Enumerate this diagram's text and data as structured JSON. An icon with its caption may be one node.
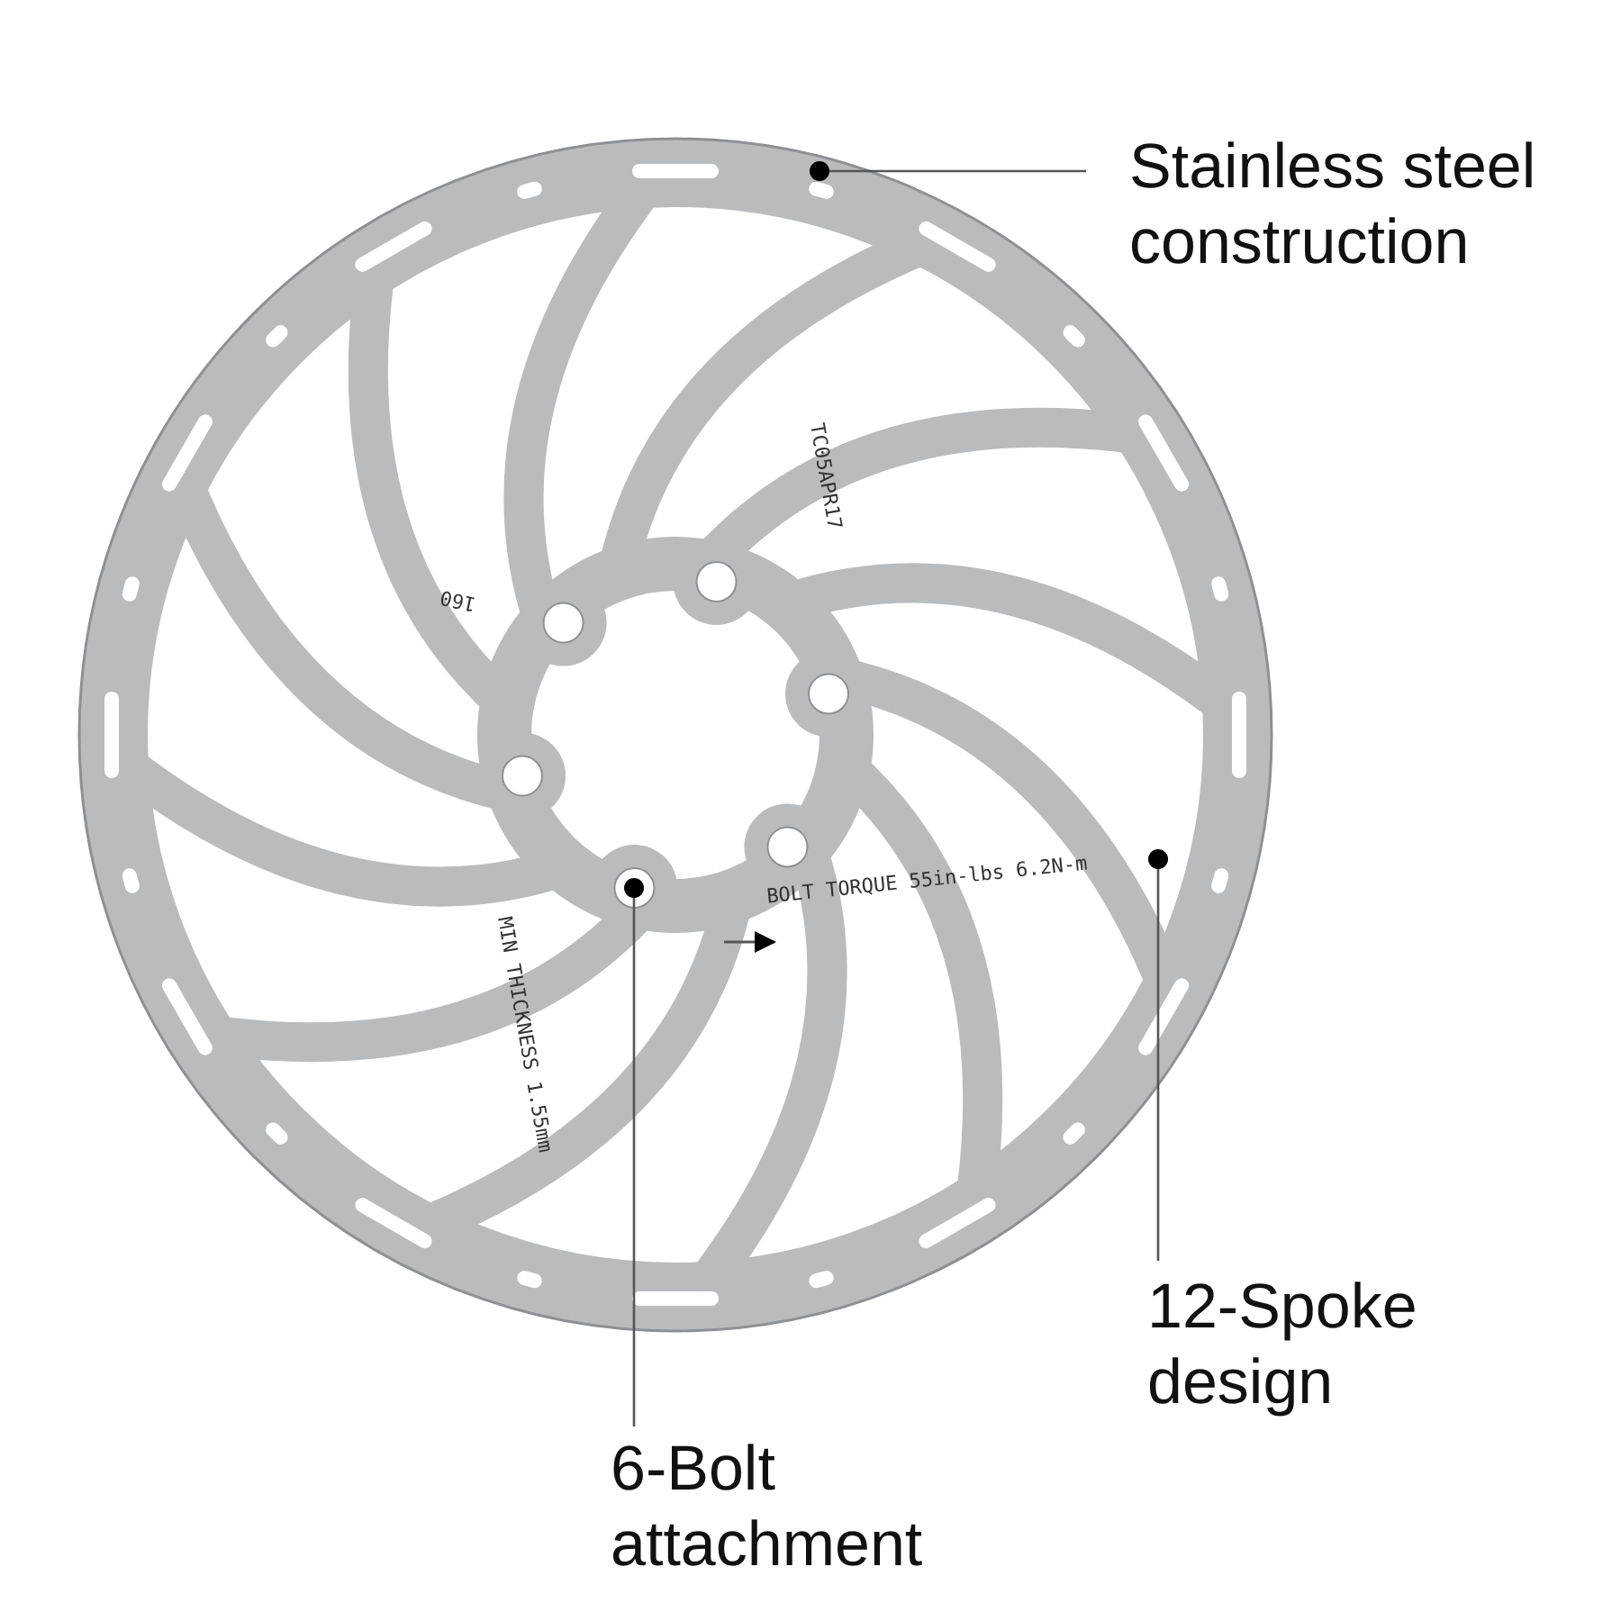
{
  "diagram": {
    "nodes": [
      {
        "text": [
          "Stainless steel construction"
        ]
      },
      {
        "text": [
          "12-Spoke design"
        ]
      },
      {
        "text": [
          "6-Bolt attachment"
        ]
      }
    ],
    "edges": [
      {
        "from": 0,
        "to": null,
        "arrow": "other"
      },
      {
        "from": 1,
        "to": null,
        "arrow": "other"
      },
      {
        "from": 2,
        "to": null,
        "arrow": "other"
      }
    ],
    "labels": [
      "TC05APR17",
      "160",
      "BOLT TORQUE 55in-lbs 6.2N-m",
      "MIN THICKNESS 1.55mm"
    ]
  }
}
